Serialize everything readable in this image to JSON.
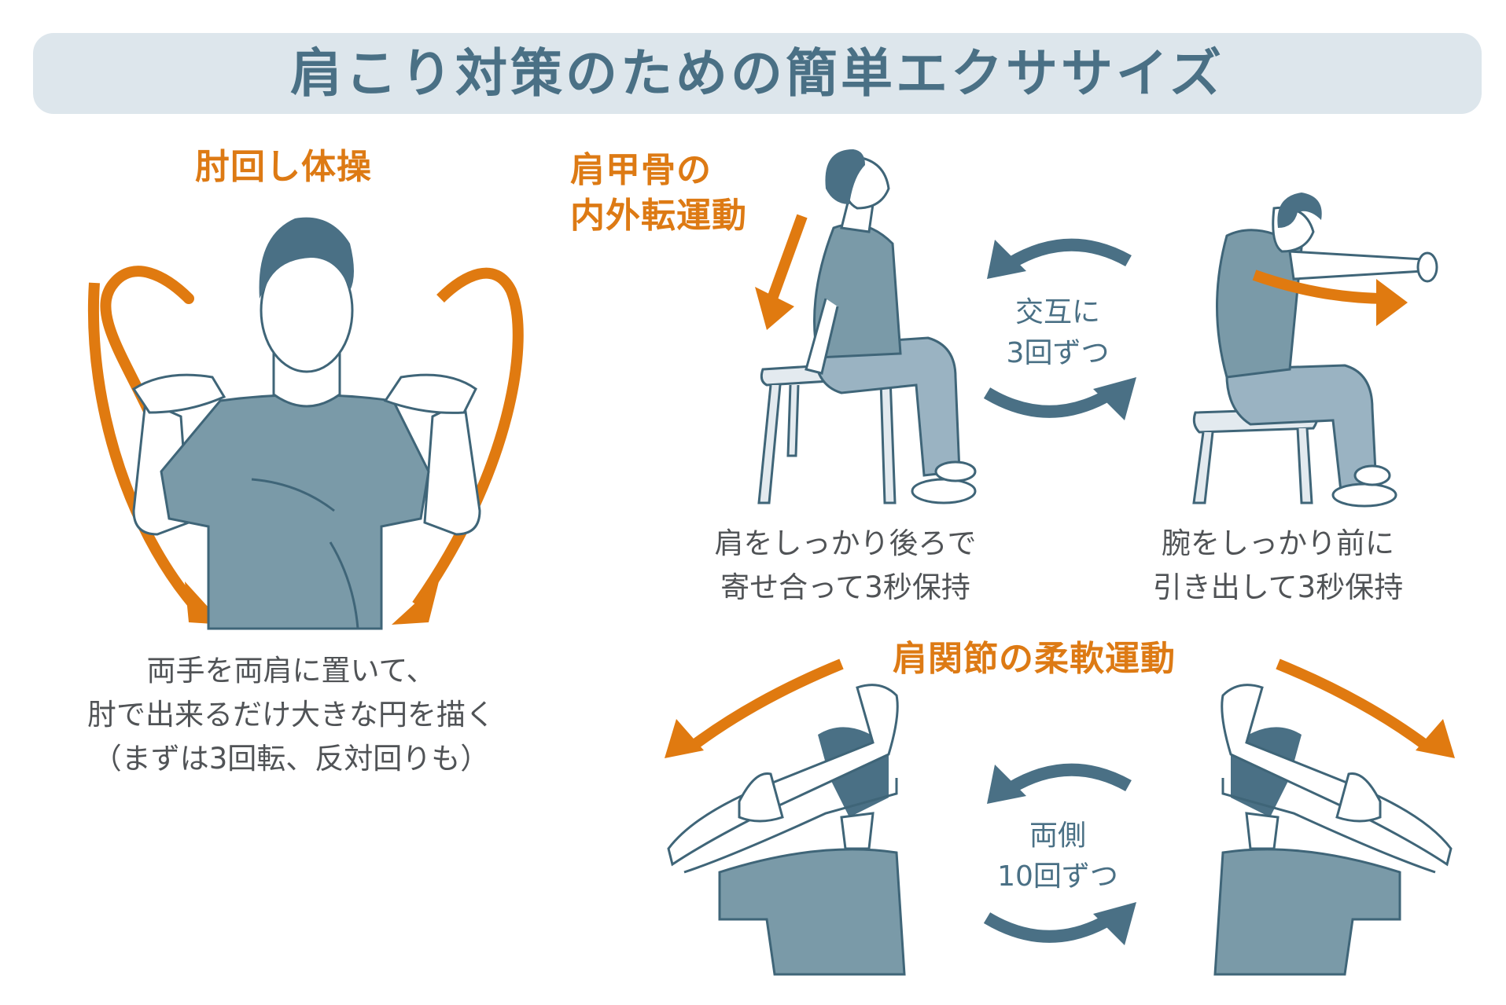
{
  "title": "肩こり対策のための簡単エクササイズ",
  "colors": {
    "banner_bg": "#dde6ec",
    "title_text": "#4a7085",
    "heading_orange": "#dd7a14",
    "arrow_orange": "#e07a10",
    "hair_dark": "#4a7085",
    "shirt": "#7a9aa8",
    "pants": "#9ab3c2",
    "outline": "#3f6578",
    "caption_text": "#505356"
  },
  "sections": {
    "elbow": {
      "heading": "肘回し体操",
      "description": [
        "両手を両肩に置いて、",
        "肘で出来るだけ大きな円を描く",
        "（まずは3回転、反対回りも）"
      ],
      "icon": "figure-elbow-circles"
    },
    "scapula": {
      "heading": [
        "肩甲骨の",
        "内外転運動"
      ],
      "rotation_text": [
        "交互に",
        "3回ずつ"
      ],
      "steps": [
        {
          "caption": [
            "肩をしっかり後ろで",
            "寄せ合って3秒保持"
          ],
          "icon": "figure-seated-chest-open"
        },
        {
          "caption": [
            "腕をしっかり前に",
            "引き出して3秒保持"
          ],
          "icon": "figure-seated-arms-forward"
        }
      ]
    },
    "shoulder": {
      "heading": "肩関節の柔軟運動",
      "rotation_text": [
        "両側",
        "10回ずつ"
      ],
      "figures": [
        "figure-overhead-stretch-left",
        "figure-overhead-stretch-right"
      ]
    }
  }
}
